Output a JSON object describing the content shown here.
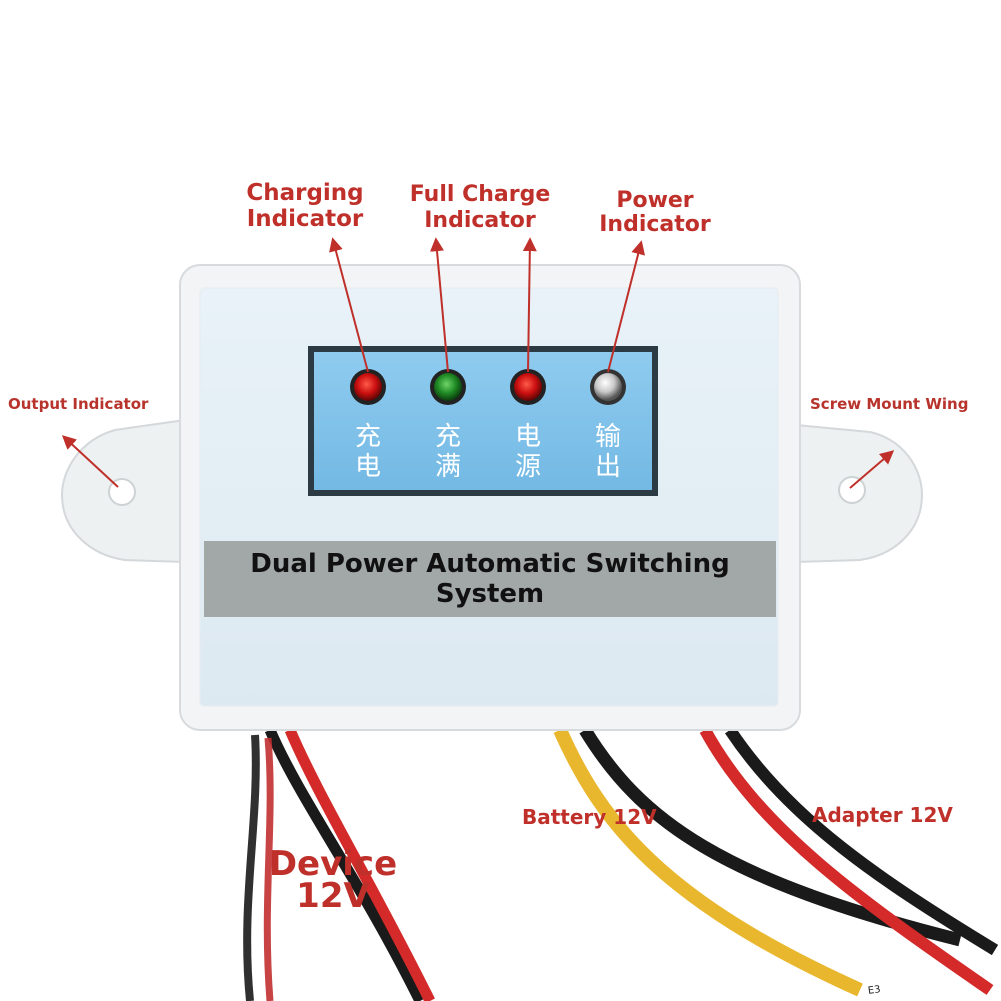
{
  "labels": {
    "charging_indicator": [
      "Charging",
      "Indicator"
    ],
    "full_charge_indicator": [
      "Full Charge",
      "Indicator"
    ],
    "power_indicator": [
      "Power",
      "Indicator"
    ],
    "output_indicator": "Output Indicator",
    "screw_mount_wing": "Screw Mount Wing",
    "battery": "Battery 12V",
    "adapter": "Adapter 12V",
    "device": [
      "Device",
      "12V"
    ]
  },
  "panel_chars": [
    [
      "充",
      "电"
    ],
    [
      "充",
      "满"
    ],
    [
      "电",
      "源"
    ],
    [
      "输",
      "出"
    ]
  ],
  "title": [
    "Dual Power Automatic Switching",
    "System"
  ],
  "wire_print": "E3",
  "colors": {
    "label_red": "#c0302a",
    "panel_blue": "#7fc2ea",
    "housing": "#f2f4f5",
    "face": "#e3eef5",
    "title_band": "#a2a7a8",
    "led_red": "#cc1010",
    "led_green": "#1f8a24",
    "led_clear": "#c9c9c9",
    "wire_red": "#d42a2a",
    "wire_black": "#1a1a1a",
    "wire_yellow": "#e9b72e"
  },
  "icons": [
    "led-red-icon",
    "led-green-icon",
    "led-clear-icon",
    "arrow-icon",
    "mount-hole-icon"
  ]
}
